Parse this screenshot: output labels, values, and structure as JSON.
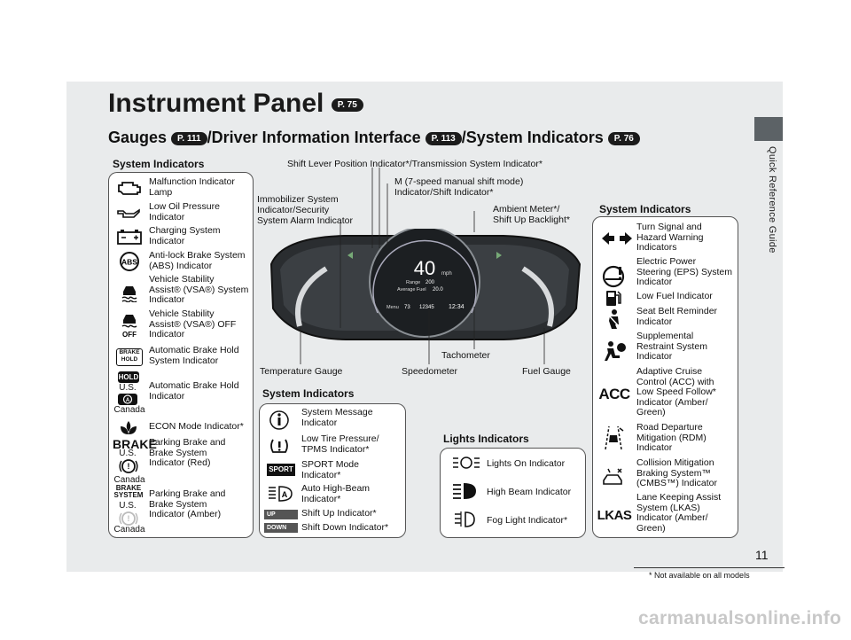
{
  "page": {
    "title": "Instrument Panel",
    "title_ref": "P. 75",
    "subtitle_parts": [
      "Gauges ",
      "/Driver Information Interface ",
      "/System Indicators "
    ],
    "subtitle_refs": [
      "P. 111",
      "P. 113",
      "P. 76"
    ],
    "side_label": "Quick Reference Guide",
    "page_number": "11",
    "footnote": "* Not available on all models",
    "watermark": "carmanualsonline.info"
  },
  "callouts": {
    "shift_lever": "Shift Lever Position Indicator*/Transmission System Indicator*",
    "immobilizer": "Immobilizer System\nIndicator/Security\nSystem Alarm Indicator",
    "m_mode": "M (7-speed manual shift mode)\nIndicator/Shift Indicator*",
    "ambient": "Ambient Meter*/\nShift Up Backlight*",
    "tachometer": "Tachometer",
    "temp_gauge": "Temperature Gauge",
    "speedometer": "Speedometer",
    "fuel_gauge": "Fuel Gauge"
  },
  "cluster": {
    "speed": "40",
    "speed_unit": "mph",
    "range_label": "Range",
    "range_value": "200",
    "avg_label": "Average Fuel",
    "avg_value": "20.0",
    "temp": "73",
    "odo": "12345",
    "clock": "12:34",
    "menu": "Menu"
  },
  "left_panel": {
    "title": "System Indicators",
    "items": [
      {
        "icon": "engine-icon",
        "label": "Malfunction Indicator\nLamp"
      },
      {
        "icon": "oil-can-icon",
        "label": "Low Oil Pressure\nIndicator"
      },
      {
        "icon": "battery-icon",
        "label": "Charging System\nIndicator"
      },
      {
        "icon": "abs-icon",
        "icon_text": "ABS",
        "label": "Anti-lock Brake System\n(ABS) Indicator"
      },
      {
        "icon": "vsa-icon",
        "label": "Vehicle Stability\nAssist® (VSA®) System\nIndicator"
      },
      {
        "icon": "vsa-off-icon",
        "icon_text": "OFF",
        "label": "Vehicle Stability\nAssist® (VSA®) OFF\nIndicator"
      },
      {
        "icon": "brake-hold-icon",
        "icon_text": "BRAKE HOLD",
        "label": "Automatic Brake Hold\nSystem Indicator"
      },
      {
        "icon": "hold-icon",
        "icon_text": "HOLD",
        "label": "Automatic Brake Hold\nIndicator",
        "region_a": "U.S.",
        "region_b": "Canada"
      },
      {
        "icon": "econ-icon",
        "label": "ECON Mode Indicator*"
      },
      {
        "icon": "brake-red-icon",
        "icon_text": "BRAKE",
        "label": "Parking Brake and\nBrake System\nIndicator (Red)",
        "region_a": "U.S.",
        "region_b": "Canada"
      },
      {
        "icon": "brake-amber-icon",
        "icon_text": "BRAKE SYSTEM",
        "label": "Parking Brake and\nBrake System\nIndicator (Amber)",
        "region_a": "U.S.",
        "region_b": "Canada"
      }
    ]
  },
  "middle_panel": {
    "title": "System Indicators",
    "items": [
      {
        "icon": "info-icon",
        "label": "System Message\nIndicator"
      },
      {
        "icon": "tpms-icon",
        "label": "Low Tire Pressure/\nTPMS Indicator*"
      },
      {
        "icon": "sport-icon",
        "icon_text": "SPORT",
        "label": "SPORT Mode\nIndicator*"
      },
      {
        "icon": "auto-high-beam-icon",
        "label": "Auto High-Beam\nIndicator*"
      },
      {
        "icon": "shift-up-icon",
        "icon_text": "UP",
        "label": "Shift Up Indicator*"
      },
      {
        "icon": "shift-down-icon",
        "icon_text": "DOWN",
        "label": "Shift Down Indicator*"
      }
    ]
  },
  "lights_panel": {
    "title": "Lights Indicators",
    "items": [
      {
        "icon": "lights-on-icon",
        "label": "Lights On Indicator"
      },
      {
        "icon": "high-beam-icon",
        "label": "High Beam Indicator"
      },
      {
        "icon": "fog-light-icon",
        "label": "Fog Light Indicator*"
      }
    ]
  },
  "right_panel": {
    "title": "System Indicators",
    "items": [
      {
        "icon": "turn-signal-icon",
        "label": "Turn Signal and\nHazard Warning\nIndicators"
      },
      {
        "icon": "eps-icon",
        "label": "Electric Power\nSteering (EPS) System\nIndicator"
      },
      {
        "icon": "fuel-pump-icon",
        "label": "Low Fuel Indicator"
      },
      {
        "icon": "seat-belt-icon",
        "label": "Seat Belt Reminder\nIndicator"
      },
      {
        "icon": "airbag-icon",
        "label": "Supplemental\nRestraint System\nIndicator"
      },
      {
        "icon": "acc-icon",
        "icon_text": "ACC",
        "label": "Adaptive Cruise\nControl (ACC) with\nLow Speed Follow*\nIndicator (Amber/\nGreen)"
      },
      {
        "icon": "rdm-icon",
        "label": "Road Departure\nMitigation (RDM)\nIndicator"
      },
      {
        "icon": "cmbs-icon",
        "label": "Collision Mitigation\nBraking System™\n(CMBS™) Indicator"
      },
      {
        "icon": "lkas-icon",
        "icon_text": "LKAS",
        "label": "Lane Keeping Assist\nSystem (LKAS)\nIndicator (Amber/\nGreen)"
      }
    ]
  }
}
